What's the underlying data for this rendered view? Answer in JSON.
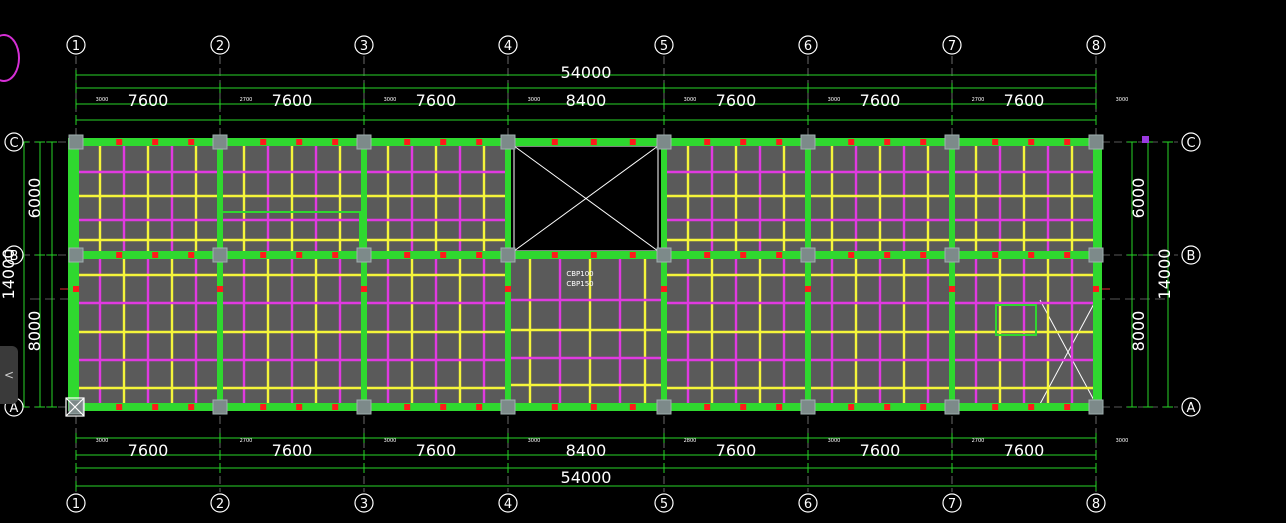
{
  "drawing": {
    "grid_columns": [
      "1",
      "2",
      "3",
      "4",
      "5",
      "6",
      "7",
      "8"
    ],
    "grid_rows": [
      "C",
      "B",
      "A"
    ],
    "total_length": "54000",
    "bay_widths_top": [
      "7600",
      "7600",
      "7600",
      "8400",
      "7600",
      "7600",
      "7600"
    ],
    "bay_widths_bottom": [
      "7600",
      "7600",
      "7600",
      "8400",
      "7600",
      "7600",
      "7600"
    ],
    "span_heights": [
      "6000",
      "8000"
    ],
    "total_height": "14000",
    "sub_dims_top": [
      "3000",
      "2700",
      "3000",
      "3000",
      "3000",
      "3000",
      "2700",
      "3000"
    ],
    "sub_dims_bottom": [
      "3000",
      "2700",
      "3000",
      "3000",
      "2800",
      "3000",
      "2700",
      "3000"
    ],
    "slab_labels": [
      "CBP100",
      "CBP150"
    ],
    "side_handle": "<"
  },
  "colors": {
    "background": "#000000",
    "slab_fill": "#5a5a5a",
    "beam_green": "#2fd82f",
    "joist_magenta": "#e03ae0",
    "joist_yellow": "#f5f53a",
    "column_gray": "#7d8a8a",
    "marker_red": "#ff1a1a",
    "dim_line": "#27d427",
    "grid_dash": "#b0b0b0",
    "text_white": "#ffffff"
  }
}
